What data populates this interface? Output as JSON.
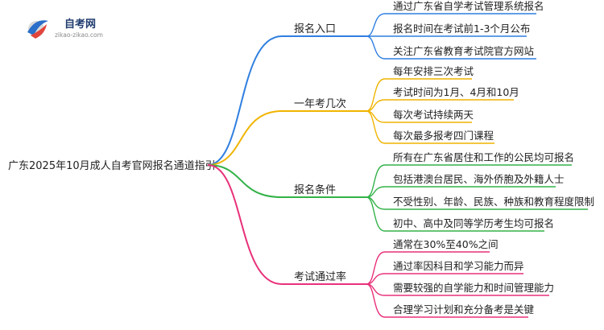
{
  "logo": {
    "title": "自考网",
    "subtitle": "zikao-zikao.com",
    "colors": {
      "blue": "#2a6fc9",
      "red": "#e2433b",
      "grey": "#d9d9d9"
    }
  },
  "root": {
    "label": "广东2025年10月成人自考官网报名通道指引"
  },
  "branches": [
    {
      "label": "报名入口",
      "color": "#2f7fe0",
      "items": [
        "通过广东省自学考试管理系统报名",
        "报名时间在考试前1-3个月公布",
        "关注广东省教育考试院官方网站"
      ]
    },
    {
      "label": "一年考几次",
      "color": "#f0b400",
      "items": [
        "每年安排三次考试",
        "考试时间为1月、4月和10月",
        "每次考试持续两天",
        "每次最多报考四门课程"
      ]
    },
    {
      "label": "报名条件",
      "color": "#33b249",
      "items": [
        "所有在广东省居住和工作的公民均可报名",
        "包括港澳台居民、海外侨胞及外籍人士",
        "不受性别、年龄、民族、种族和教育程度限制",
        "初中、高中及同等学历考生均可报名"
      ]
    },
    {
      "label": "考试通过率",
      "color": "#e8317a",
      "items": [
        "通常在30%至40%之间",
        "通过率因科目和学习能力而异",
        "需要较强的自学能力和时间管理能力",
        "合理学习计划和充分备考是关键"
      ]
    }
  ]
}
